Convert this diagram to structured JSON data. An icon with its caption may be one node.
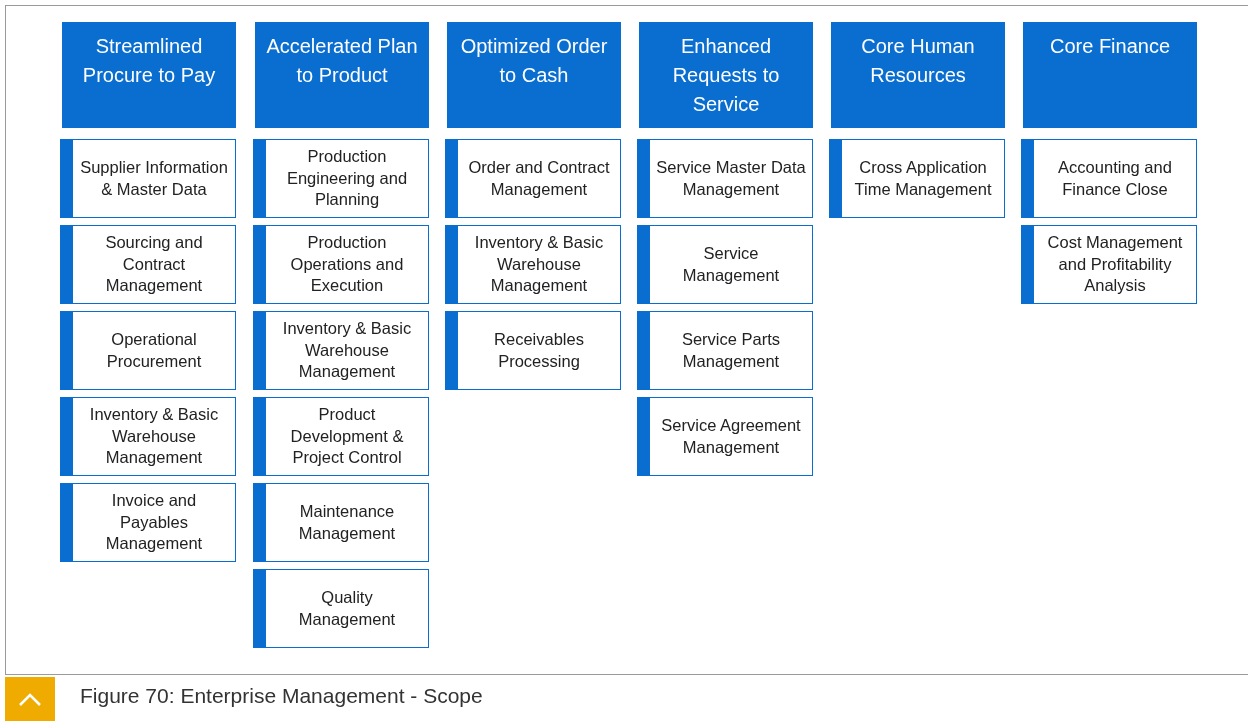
{
  "diagram": {
    "caption": "Figure 70: Enterprise Management - Scope",
    "nodes": [
      {
        "text": [
          "Streamlined Procure to Pay"
        ]
      },
      {
        "text": [
          "Supplier Information & Master Data"
        ]
      },
      {
        "text": [
          "Sourcing and Contract Management"
        ]
      },
      {
        "text": [
          "Operational Procurement"
        ]
      },
      {
        "text": [
          "Inventory & Basic Warehouse Management"
        ]
      },
      {
        "text": [
          "Invoice and Payables Management"
        ]
      },
      {
        "text": [
          "Accelerated Plan to Product"
        ]
      },
      {
        "text": [
          "Production Engineering and Planning"
        ]
      },
      {
        "text": [
          "Production Operations and Execution"
        ]
      },
      {
        "text": [
          "Inventory & Basic Warehouse Management"
        ]
      },
      {
        "text": [
          "Product Development & Project Control"
        ]
      },
      {
        "text": [
          "Maintenance Management"
        ]
      },
      {
        "text": [
          "Quality Management"
        ]
      },
      {
        "text": [
          "Optimized Order to Cash"
        ]
      },
      {
        "text": [
          "Order and Contract Management"
        ]
      },
      {
        "text": [
          "Inventory & Basic Warehouse Management"
        ]
      },
      {
        "text": [
          "Receivables Processing"
        ]
      },
      {
        "text": [
          "Enhanced Requests to Service"
        ]
      },
      {
        "text": [
          "Service Master Data Management"
        ]
      },
      {
        "text": [
          "Service Management"
        ]
      },
      {
        "text": [
          "Service Parts Management"
        ]
      },
      {
        "text": [
          "Service Agreement Management"
        ]
      },
      {
        "text": [
          "Core Human Resources"
        ]
      },
      {
        "text": [
          "Cross Application Time Management"
        ]
      },
      {
        "text": [
          "Core Finance"
        ]
      },
      {
        "text": [
          "Accounting and Finance Close"
        ]
      },
      {
        "text": [
          "Cost Management and Profitability Analysis"
        ]
      }
    ],
    "edges": []
  }
}
